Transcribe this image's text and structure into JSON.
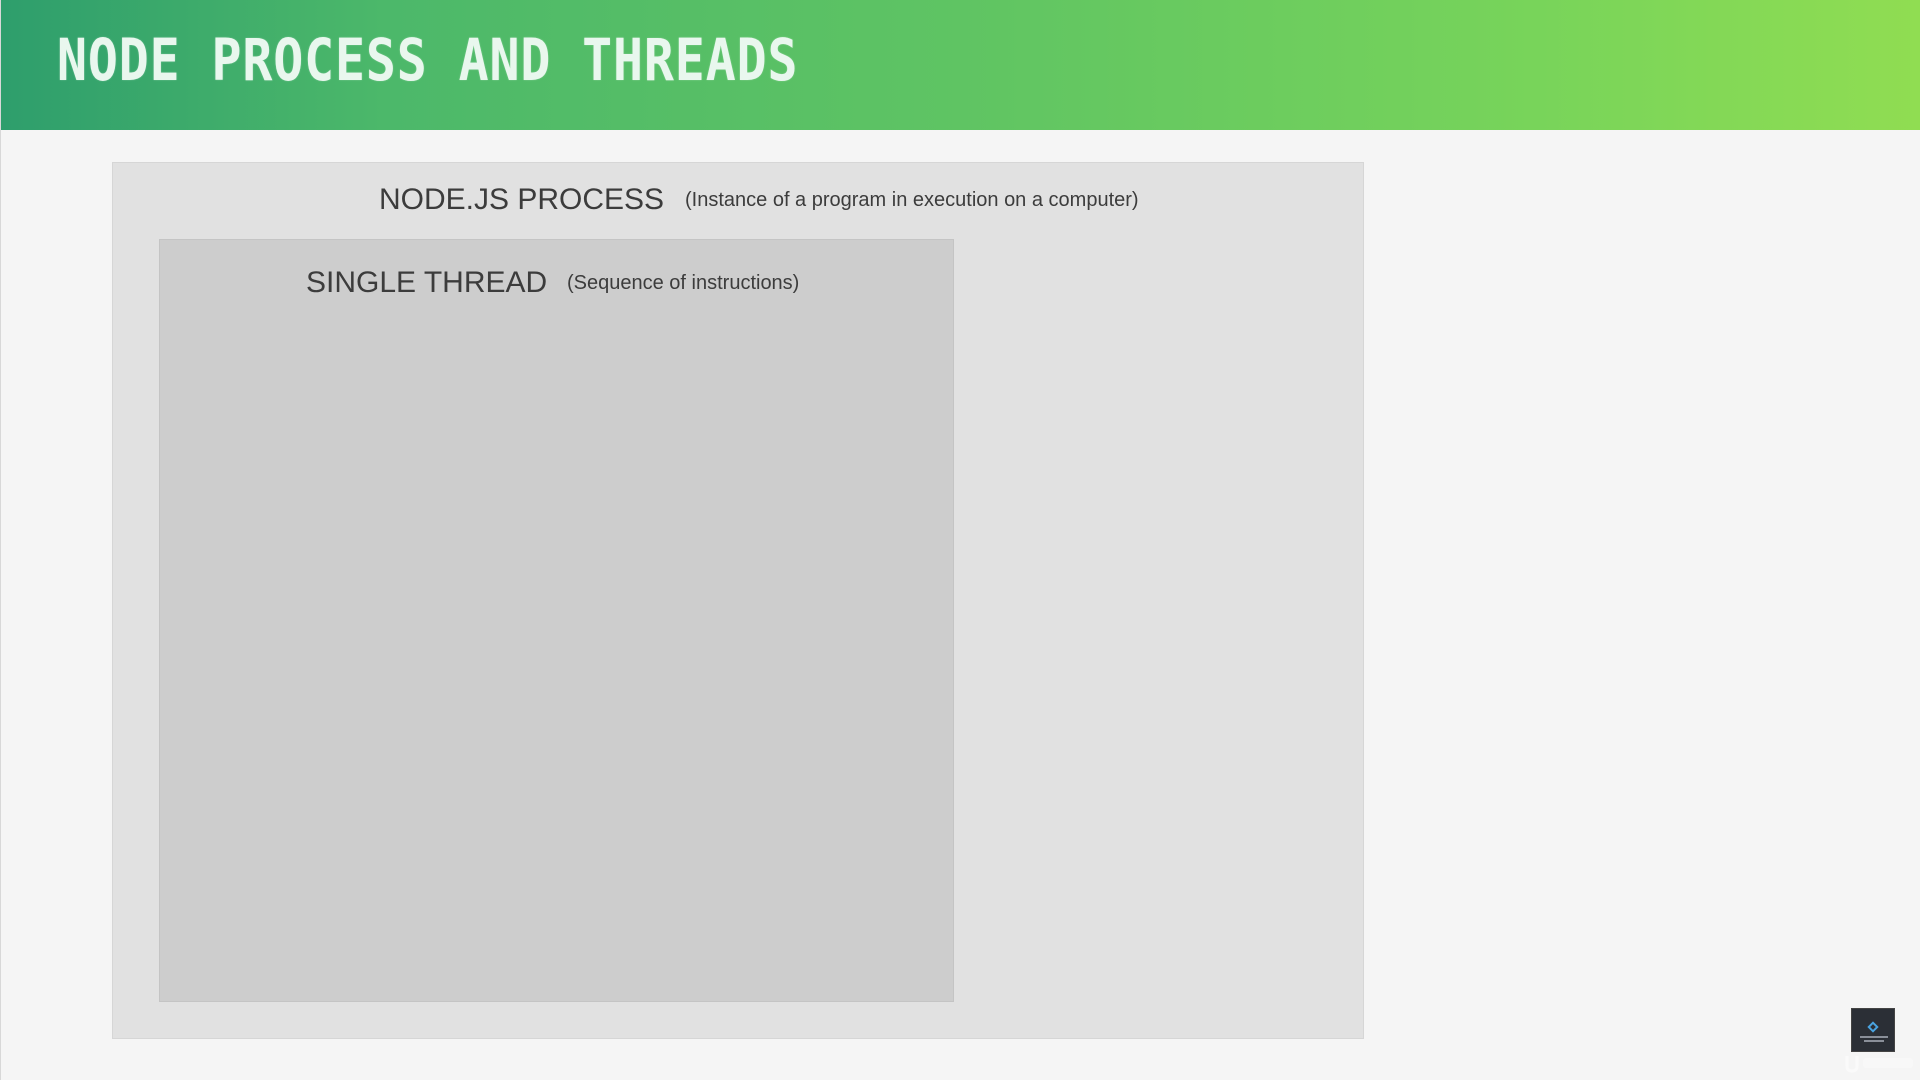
{
  "header": {
    "title": "NODE PROCESS AND THREADS"
  },
  "process": {
    "title": "NODE.JS PROCESS",
    "subtitle": "(Instance of a program in execution on a computer)"
  },
  "thread": {
    "title": "SINGLE THREAD",
    "subtitle": "(Sequence of instructions)"
  },
  "icons": {
    "logo": "course-logo-icon",
    "watermark": "udemy-watermark-icon"
  },
  "colors": {
    "header_start": "#2e9e6c",
    "header_end": "#90dd52",
    "process_bg": "#e1e1e1",
    "thread_bg": "#cdcdcd",
    "text": "#3c3c3c"
  }
}
